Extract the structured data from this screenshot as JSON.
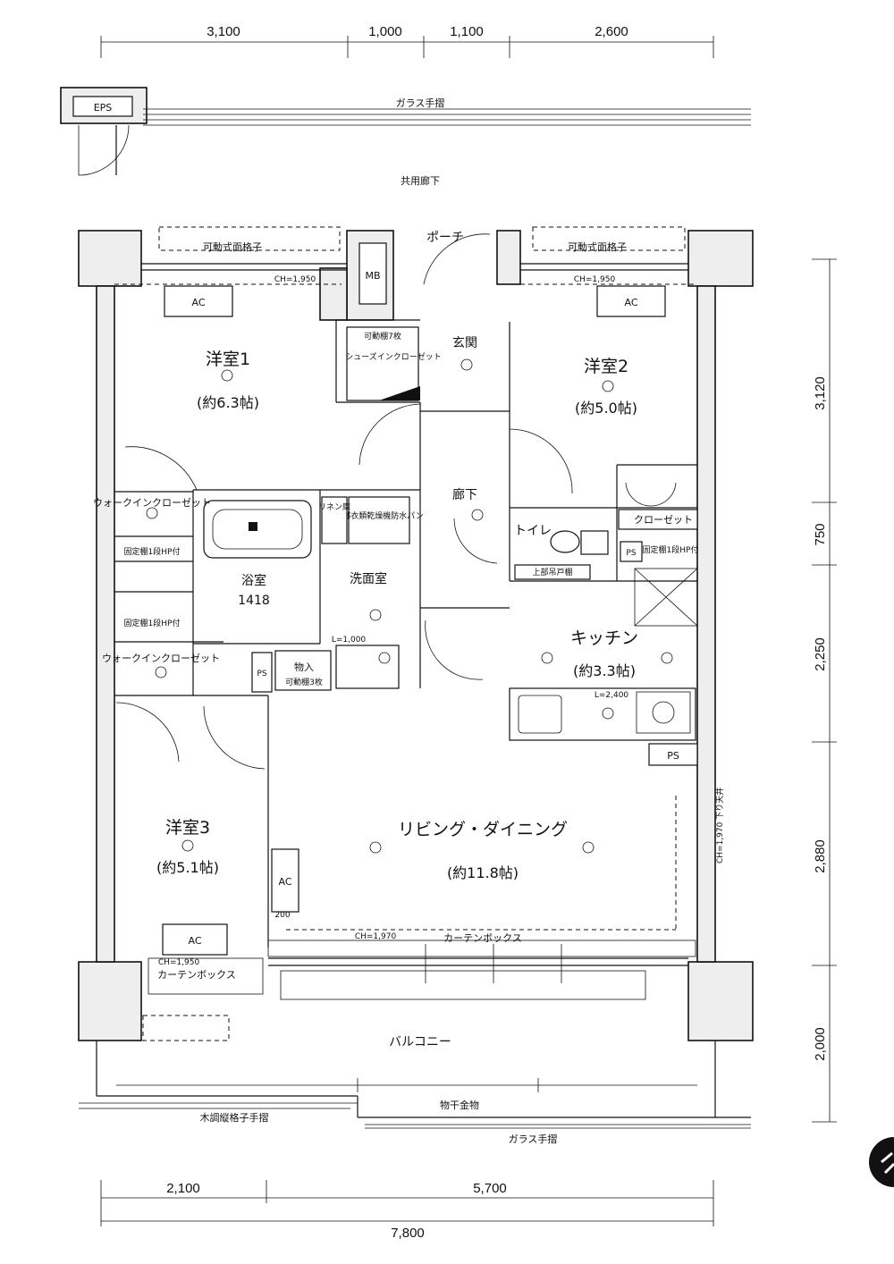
{
  "dimensions": {
    "top": [
      "3,100",
      "1,000",
      "1,100",
      "2,600"
    ],
    "right": [
      "3,120",
      "750",
      "2,250",
      "2,880",
      "2,000"
    ],
    "bottom": [
      "2,100",
      "5,700"
    ],
    "total": "7,800"
  },
  "exterior": {
    "eps": "EPS",
    "glass_rail_top": "ガラス手摺",
    "common_corridor": "共用廊下",
    "porch": "ポーチ",
    "movable_lattice_left": "可動式面格子",
    "movable_lattice_right": "可動式面格子",
    "balcony": "バルコニー",
    "drying_hardware": "物干金物",
    "wood_lattice_rail": "木調縦格子手摺",
    "glass_rail_bottom": "ガラス手摺"
  },
  "rooms": {
    "bedroom1": {
      "name": "洋室1",
      "size": "(約6.3帖)"
    },
    "bedroom2": {
      "name": "洋室2",
      "size": "(約5.0帖)"
    },
    "bedroom3": {
      "name": "洋室3",
      "size": "(約5.1帖)"
    },
    "entrance": {
      "name": "玄関"
    },
    "hallway": {
      "name": "廊下"
    },
    "toilet": {
      "name": "トイレ"
    },
    "bath": {
      "name": "浴室",
      "size": "1418"
    },
    "washroom": {
      "name": "洗面室"
    },
    "kitchen": {
      "name": "キッチン",
      "size": "(約3.3帖)"
    },
    "living": {
      "name": "リビング・ダイニング",
      "size": "(約11.8帖)"
    }
  },
  "fixtures": {
    "mb": "MB",
    "ac": "AC",
    "ps": "PS",
    "ch_1950": "CH=1,950",
    "ch_1970": "CH=1,970",
    "ch_1970_vertical": "CH=1,970 下り天井",
    "curtain_box": "カーテンボックス",
    "shelf_7": "可動棚7枚",
    "shoe_closet": "シューズインクローゼット",
    "walkin_closet": "ウォークインクローゼット",
    "fixed_shelf_hp": "固定棚1段HP付",
    "fixed_shelf_hp2": "固定棚1段HP付",
    "closet": "クローゼット",
    "upper_shelf": "上部吊戸棚",
    "linen": "リネン庫",
    "movable_shelf": "可動棚",
    "dryer": "上部衣類乾燥機防水パン",
    "storage": "物入",
    "storage_shelf": "可動棚3枚",
    "l_1000": "L=1,000",
    "l_2400": "L=2,400",
    "ac200": "200"
  },
  "colors": {
    "line": "#111111",
    "wall_fill": "#eeeeee",
    "background": "#ffffff"
  }
}
